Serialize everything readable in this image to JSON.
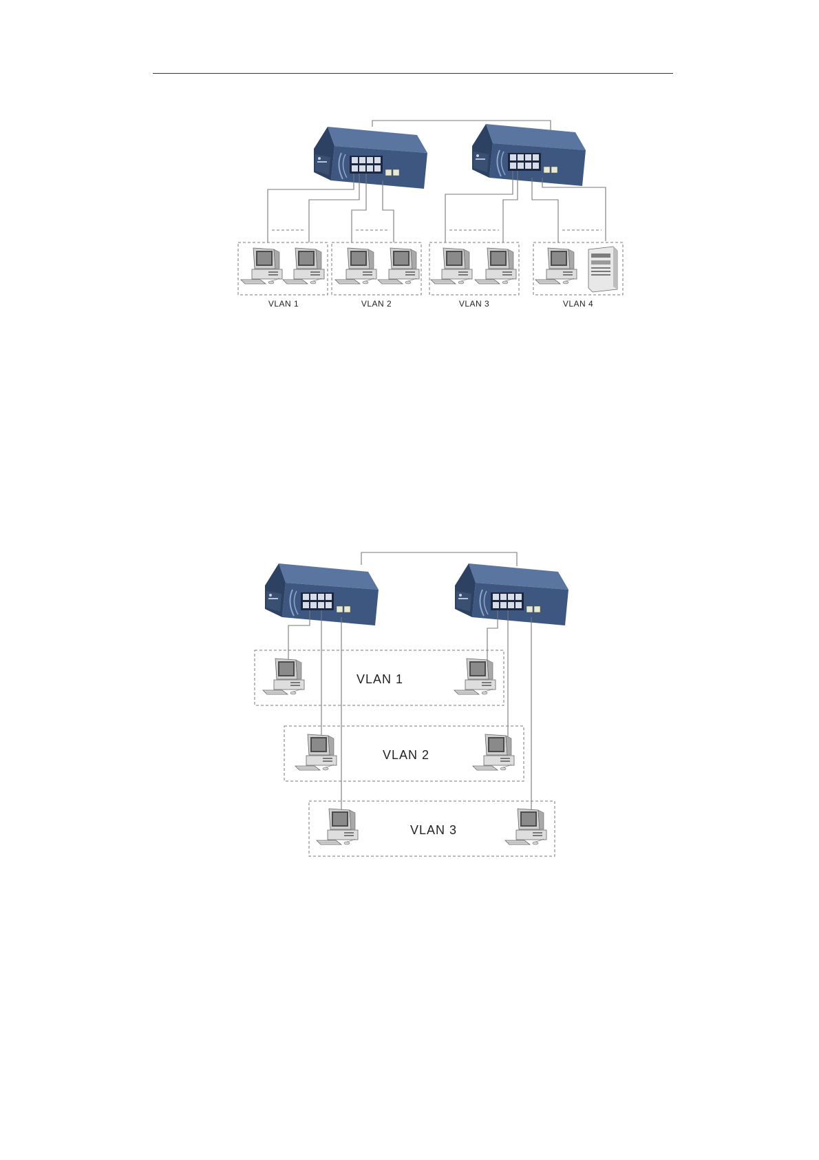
{
  "diagram1": {
    "labels": [
      "VLAN 1",
      "VLAN 2",
      "VLAN 3",
      "VLAN 4"
    ]
  },
  "diagram2": {
    "labels": [
      "VLAN 1",
      "VLAN 2",
      "VLAN 3"
    ]
  },
  "colors": {
    "switch_top": "#4e6a8f",
    "switch_front": "#3c5478",
    "switch_side": "#2c3f5e",
    "wire": "#777777"
  },
  "icons": [
    "network-switch-icon",
    "desktop-computer-icon",
    "server-tower-icon"
  ]
}
